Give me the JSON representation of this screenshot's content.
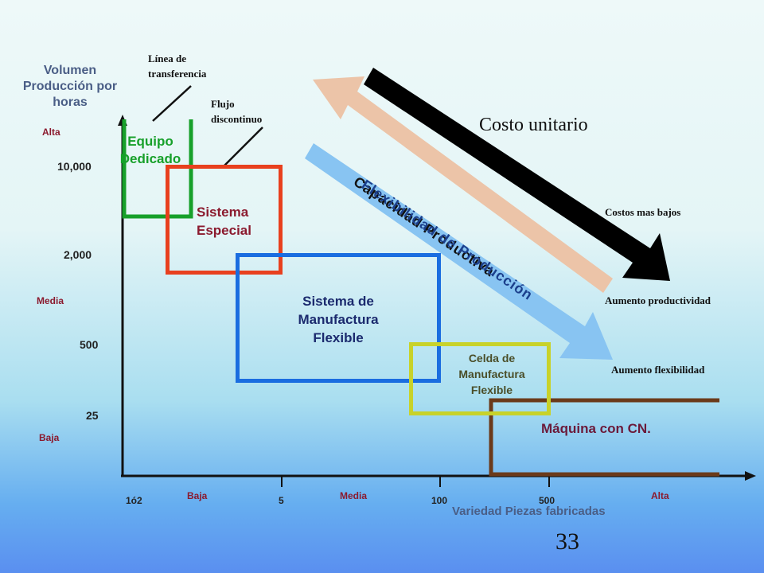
{
  "y_axis": {
    "title_line1": "Volumen",
    "title_line2": "Producción por",
    "title_line3": "horas",
    "level_high": "Alta",
    "level_mid": "Media",
    "level_low": "Baja",
    "ticks": [
      "10,000",
      "2,000",
      "500",
      "25"
    ]
  },
  "x_axis": {
    "title": "Variedad Piezas fabricadas",
    "level_low": "Baja",
    "level_mid": "Media",
    "level_high": "Alta",
    "ticks": [
      "1ó2",
      "5",
      "100",
      "500"
    ]
  },
  "annotations": {
    "transfer_line_1": "Línea de",
    "transfer_line_2": "transferencia",
    "flujo_line_1": "Flujo",
    "flujo_line_2": "discontinuo"
  },
  "regions": {
    "dedicado_line_1": "Equipo",
    "dedicado_line_2": "Dedicado",
    "especial_line_1": "Sistema",
    "especial_line_2": "Especial",
    "fms_line_1": "Sistema de",
    "fms_line_2": "Manufactura",
    "fms_line_3": "Flexible",
    "celda_line_1": "Celda de",
    "celda_line_2": "Manufactura",
    "celda_line_3": "Flexible",
    "cn": "Máquina con CN."
  },
  "arrows": {
    "costo": "Costo unitario",
    "capacidad": "Capacidad Productiva",
    "flexibilidad": "Flexibilidad de Producción"
  },
  "right_notes": {
    "costos": "Costos mas bajos",
    "productividad": "Aumento productividad",
    "flexibilidad": "Aumento flexibilidad"
  },
  "page_number": "33",
  "colors": {
    "dedicado": "#17a02a",
    "especial": "#e8401e",
    "fms": "#1a6de0",
    "celda": "#c8d22a",
    "cn": "#6b3a1a",
    "capacidad_arrow": "#ecc4a8",
    "flexibilidad_arrow": "#88c4f2"
  }
}
